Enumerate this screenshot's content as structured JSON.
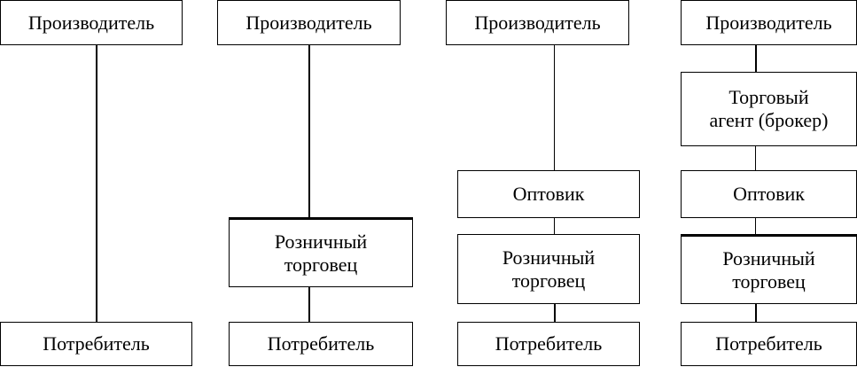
{
  "chains": [
    {
      "producer": "Производитель",
      "consumer": "Потребитель"
    },
    {
      "producer": "Производитель",
      "retailer": "Розничный\nторговец",
      "consumer": "Потребитель"
    },
    {
      "producer": "Производитель",
      "wholesaler": "Оптовик",
      "retailer": "Розничный\nторговец",
      "consumer": "Потребитель"
    },
    {
      "producer": "Производитель",
      "agent": "Торговый\nагент (брокер)",
      "wholesaler": "Оптовик",
      "retailer": "Розничный\nторговец",
      "consumer": "Потребитель"
    }
  ]
}
